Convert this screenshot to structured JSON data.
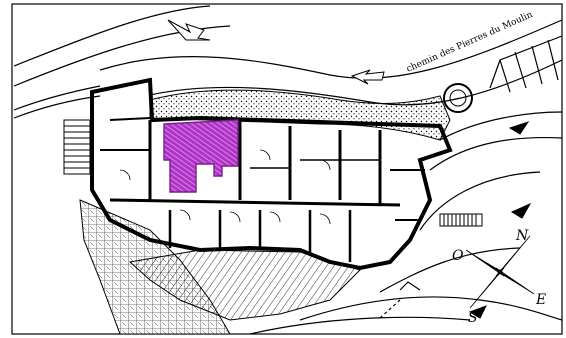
{
  "map": {
    "road_label": "chemin des Pierres du Moulin",
    "compass": {
      "north": "N",
      "east": "E",
      "south": "S",
      "west": "O"
    },
    "colors": {
      "highlight": "#b033c8",
      "highlight_hatch": "#e6a8ef",
      "ink": "#000000",
      "background": "#ffffff"
    },
    "icons": [
      "north-arrow-compass-icon",
      "road-direction-arrow-icon"
    ]
  }
}
